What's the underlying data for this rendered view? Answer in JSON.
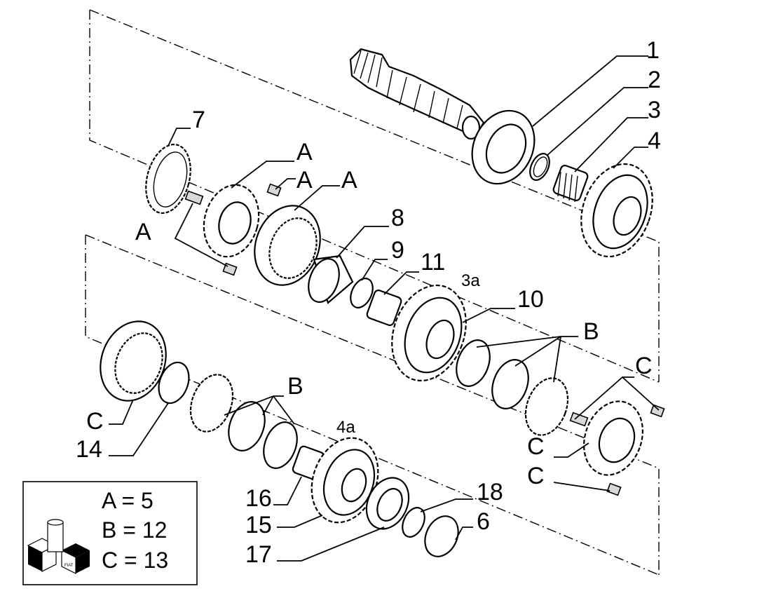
{
  "diagram": {
    "callouts": {
      "n1": "1",
      "n2": "2",
      "n3": "3",
      "n4": "4",
      "n6": "6",
      "n7": "7",
      "n8": "8",
      "n9": "9",
      "n10": "10",
      "n11": "11",
      "n14": "14",
      "n15": "15",
      "n16": "16",
      "n17": "17",
      "n18": "18",
      "n3a": "3a",
      "n4a": "4a",
      "a1": "A",
      "a2": "A",
      "a3": "A",
      "a4": "A",
      "b1": "B",
      "b2": "B",
      "c1": "C",
      "c2": "C",
      "c3": "C",
      "c4": "C"
    },
    "legend": {
      "line_a": "A = 5",
      "line_b": "B = 12",
      "line_c": "C = 13"
    },
    "logo_text": "FIAT"
  }
}
